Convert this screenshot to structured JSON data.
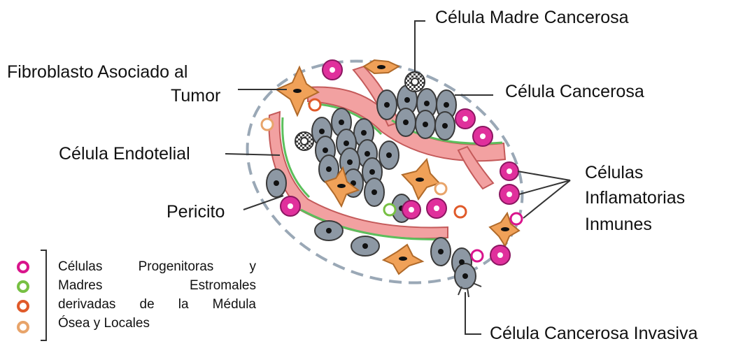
{
  "labels": {
    "cancer_stem_cell": "Célula Madre Cancerosa",
    "caf_line1": "Fibroblasto Asociado al",
    "caf_line2": "Tumor",
    "cancer_cell": "Célula Cancerosa",
    "endothelial_cell": "Célula Endotelial",
    "immune_line1": "Células",
    "immune_line2": "Inflamatorias",
    "immune_line3": "Inmunes",
    "pericyte": "Pericito",
    "invasive_cancer_cell": "Célula Cancerosa Invasiva"
  },
  "legend": {
    "lines": [
      "Células Progenitoras y",
      "Madres Estromales",
      "derivadas de la Médula",
      "Ósea y Locales"
    ],
    "marker_colors": [
      "#d9148c",
      "#77c043",
      "#e05a2a",
      "#e8a46a"
    ]
  },
  "colors": {
    "cancer_cell": "#8d98a4",
    "fibroblast": "#f0a158",
    "vessel": "#f2a1a1",
    "immune": "#e0309c",
    "pericyte": "#5cbf5c",
    "tumor_border": "#9aa8b6"
  }
}
